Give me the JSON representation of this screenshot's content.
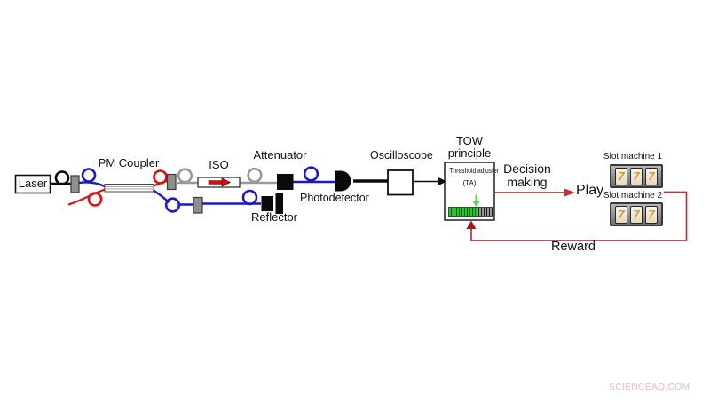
{
  "labels": {
    "laser": "Laser",
    "pm_coupler": "PM Coupler",
    "iso": "ISO",
    "attenuator": "Attenuator",
    "reflector": "Reflector",
    "photodetector": "Photodetector",
    "oscilloscope": "Oscilloscope",
    "tow_line1": "TOW",
    "tow_line2": "principle",
    "threshold_adjuster": "Threshold adjuster",
    "ta": "(TA)",
    "decision_line1": "Decision",
    "decision_line2": "making",
    "play": "Play",
    "slot_machine_1": "Slot machine 1",
    "slot_machine_2": "Slot machine 2",
    "reward": "Reward"
  },
  "slots": {
    "reel_symbol": "7"
  },
  "watermark": "SCIENCEAQ.COM",
  "colors": {
    "fiber_red": "#e01010",
    "fiber_blue": "#1a18c8",
    "fiber_gray": "#9a9a9a",
    "signal_red": "#c5303a",
    "iso_arrow_red": "#c81414",
    "green_bar": "#28c828",
    "green_arrow": "#4ed44e",
    "reel_seven_orange": "#d4943c",
    "connector_gray": "#8f8f8f",
    "watermark_pink": "#eebdbd"
  }
}
